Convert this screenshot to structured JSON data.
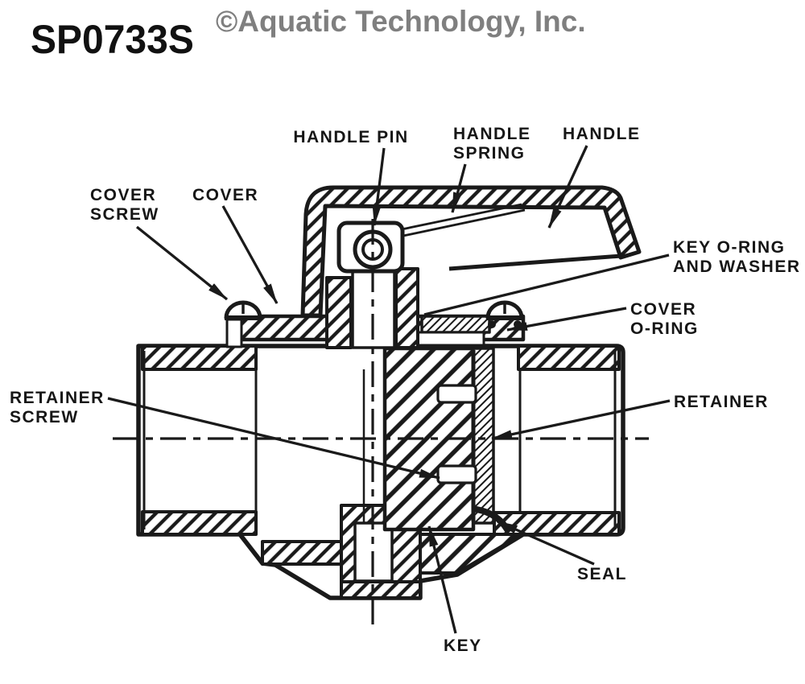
{
  "header": {
    "part_number": "SP0733S",
    "copyright": "©Aquatic Technology, Inc."
  },
  "colors": {
    "ink": "#1a1a1a",
    "copyright_gray": "#7f7f7f",
    "background": "#ffffff"
  },
  "diagram": {
    "type": "cutaway-cross-section",
    "subject": "ball valve exploded section view",
    "labels": {
      "handle_pin": "HANDLE PIN",
      "handle_spring": [
        "HANDLE",
        "SPRING"
      ],
      "handle": "HANDLE",
      "cover_screw": [
        "COVER",
        "SCREW"
      ],
      "cover": "COVER",
      "key_oring": [
        "KEY O-RING",
        "AND WASHER"
      ],
      "cover_oring": [
        "COVER",
        "O-RING"
      ],
      "retainer_screw": [
        "RETAINER",
        "SCREW"
      ],
      "retainer": "RETAINER",
      "seal": "SEAL",
      "key": "KEY"
    }
  }
}
